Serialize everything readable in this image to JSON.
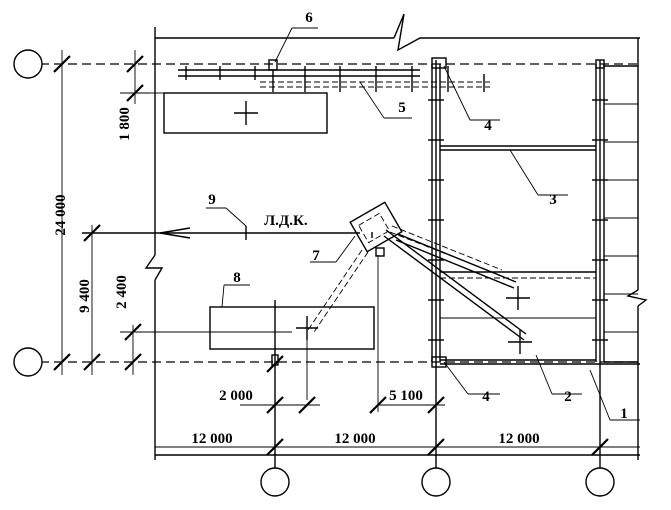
{
  "dimensions": {
    "top_bottom_span": "24 000",
    "top_offset": "1 800",
    "mid_offset": "9 400",
    "small_offset": "2 400",
    "x_offset_crane": "2 000",
    "x_offset_mast": "5 100",
    "bay_1": "12 000",
    "bay_2": "12 000",
    "bay_3": "12 000"
  },
  "labels": {
    "marker_1": "1",
    "marker_2": "2",
    "marker_3": "3",
    "marker_4_top": "4",
    "marker_4_bottom": "4",
    "marker_5": "5",
    "marker_6": "6",
    "marker_7": "7",
    "marker_8": "8",
    "marker_9": "9",
    "ldk": "Л.Д.К."
  }
}
